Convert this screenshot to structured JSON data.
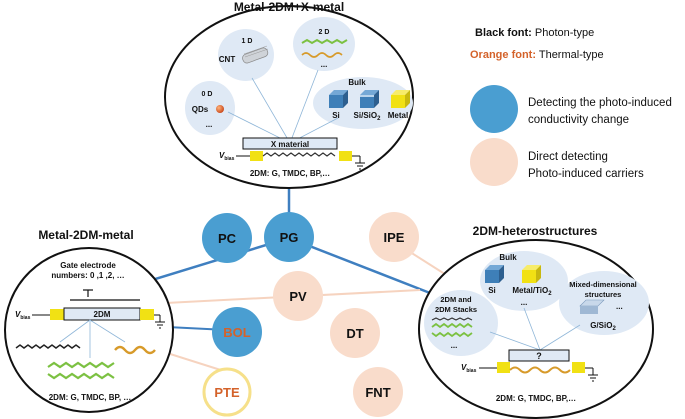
{
  "colors": {
    "blue": "#4a9ed1",
    "peach": "#f9dccb",
    "orange": "#d4622a",
    "panel": "#dfe9f5",
    "yellow": "#f1e114",
    "cube_blue": "#3e7fb8",
    "line_blue": "#3f7fc0"
  },
  "top": {
    "title": "Metal-2DM+X-metal",
    "d1": "1 D",
    "cnt": "CNT",
    "d2": "2 D",
    "d0": "0 D",
    "qds": "QDs",
    "bulk": "Bulk",
    "si": "Si",
    "sio2": "Si/SiO",
    "sio2_sub": "2",
    "metal": "Metal",
    "ellipsis": "...",
    "xmaterial": "X material",
    "vbias": "V",
    "vbias_sub": "bias",
    "foot": "2DM: G, TMDC, BP,…"
  },
  "legend": {
    "black_key": "Black font:",
    "black_val": " Photon-type",
    "orange_key": "Orange font:",
    "orange_val": " Thermal-type",
    "blue_line1": "Detecting the photo-induced",
    "blue_line2": "conductivity change",
    "peach_line1": "Direct detecting",
    "peach_line2": "Photo-induced carriers"
  },
  "left": {
    "title": "Metal-2DM-metal",
    "gate1": "Gate electrode",
    "gate2": "numbers: 0 ,1 ,2, …",
    "vbias": "V",
    "vbias_sub": "bias",
    "dm": "2DM",
    "foot": "2DM: G, TMDC, BP, …"
  },
  "right": {
    "title": "2DM-heterostructures",
    "bulk": "Bulk",
    "si": "Si",
    "metal": "Metal/TiO",
    "metal_sub": "2",
    "ellipsis": "...",
    "mixed1": "Mixed-dimensional",
    "mixed2": "structures",
    "gsio": "G/SiO",
    "gsio_sub": "2",
    "stack1": "2DM and",
    "stack2": "2DM Stacks",
    "q": "?",
    "vbias": "V",
    "vbias_sub": "bias",
    "foot": "2DM: G, TMDC, BP,…"
  },
  "nodes": {
    "pc": "PC",
    "pg": "PG",
    "ipe": "IPE",
    "pv": "PV",
    "bol": "BOL",
    "dt": "DT",
    "pte": "PTE",
    "fnt": "FNT"
  }
}
